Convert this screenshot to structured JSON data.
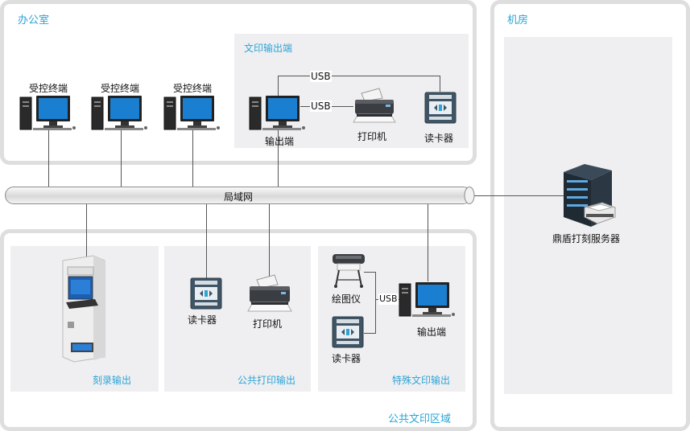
{
  "regions": {
    "office": {
      "title": "办公室"
    },
    "server_room": {
      "title": "机房"
    },
    "public_area": {
      "title": "公共文印区域"
    }
  },
  "subareas": {
    "doc_output": {
      "title": "文印输出端"
    },
    "burn_output": {
      "title": "刻录输出"
    },
    "public_print": {
      "title": "公共打印输出"
    },
    "special_print": {
      "title": "特殊文印输出"
    }
  },
  "network": {
    "label": "局域网"
  },
  "devices": {
    "terminal_1": "受控终端",
    "terminal_2": "受控终端",
    "terminal_3": "受控终端",
    "office_output": "输出端",
    "office_printer": "打印机",
    "office_card_reader": "读卡器",
    "server": "鼎盾打刻服务器",
    "public_card_reader": "读卡器",
    "public_printer": "打印机",
    "plotter": "绘图仪",
    "special_card_reader": "读卡器",
    "special_output": "输出端"
  },
  "usb_labels": {
    "top": "USB",
    "mid": "USB",
    "special": "USB"
  },
  "colors": {
    "title": "#2ba4d6",
    "region_border": "#dedede",
    "subarea_bg": "#efeff1",
    "monitor": "#1a7fd0"
  }
}
